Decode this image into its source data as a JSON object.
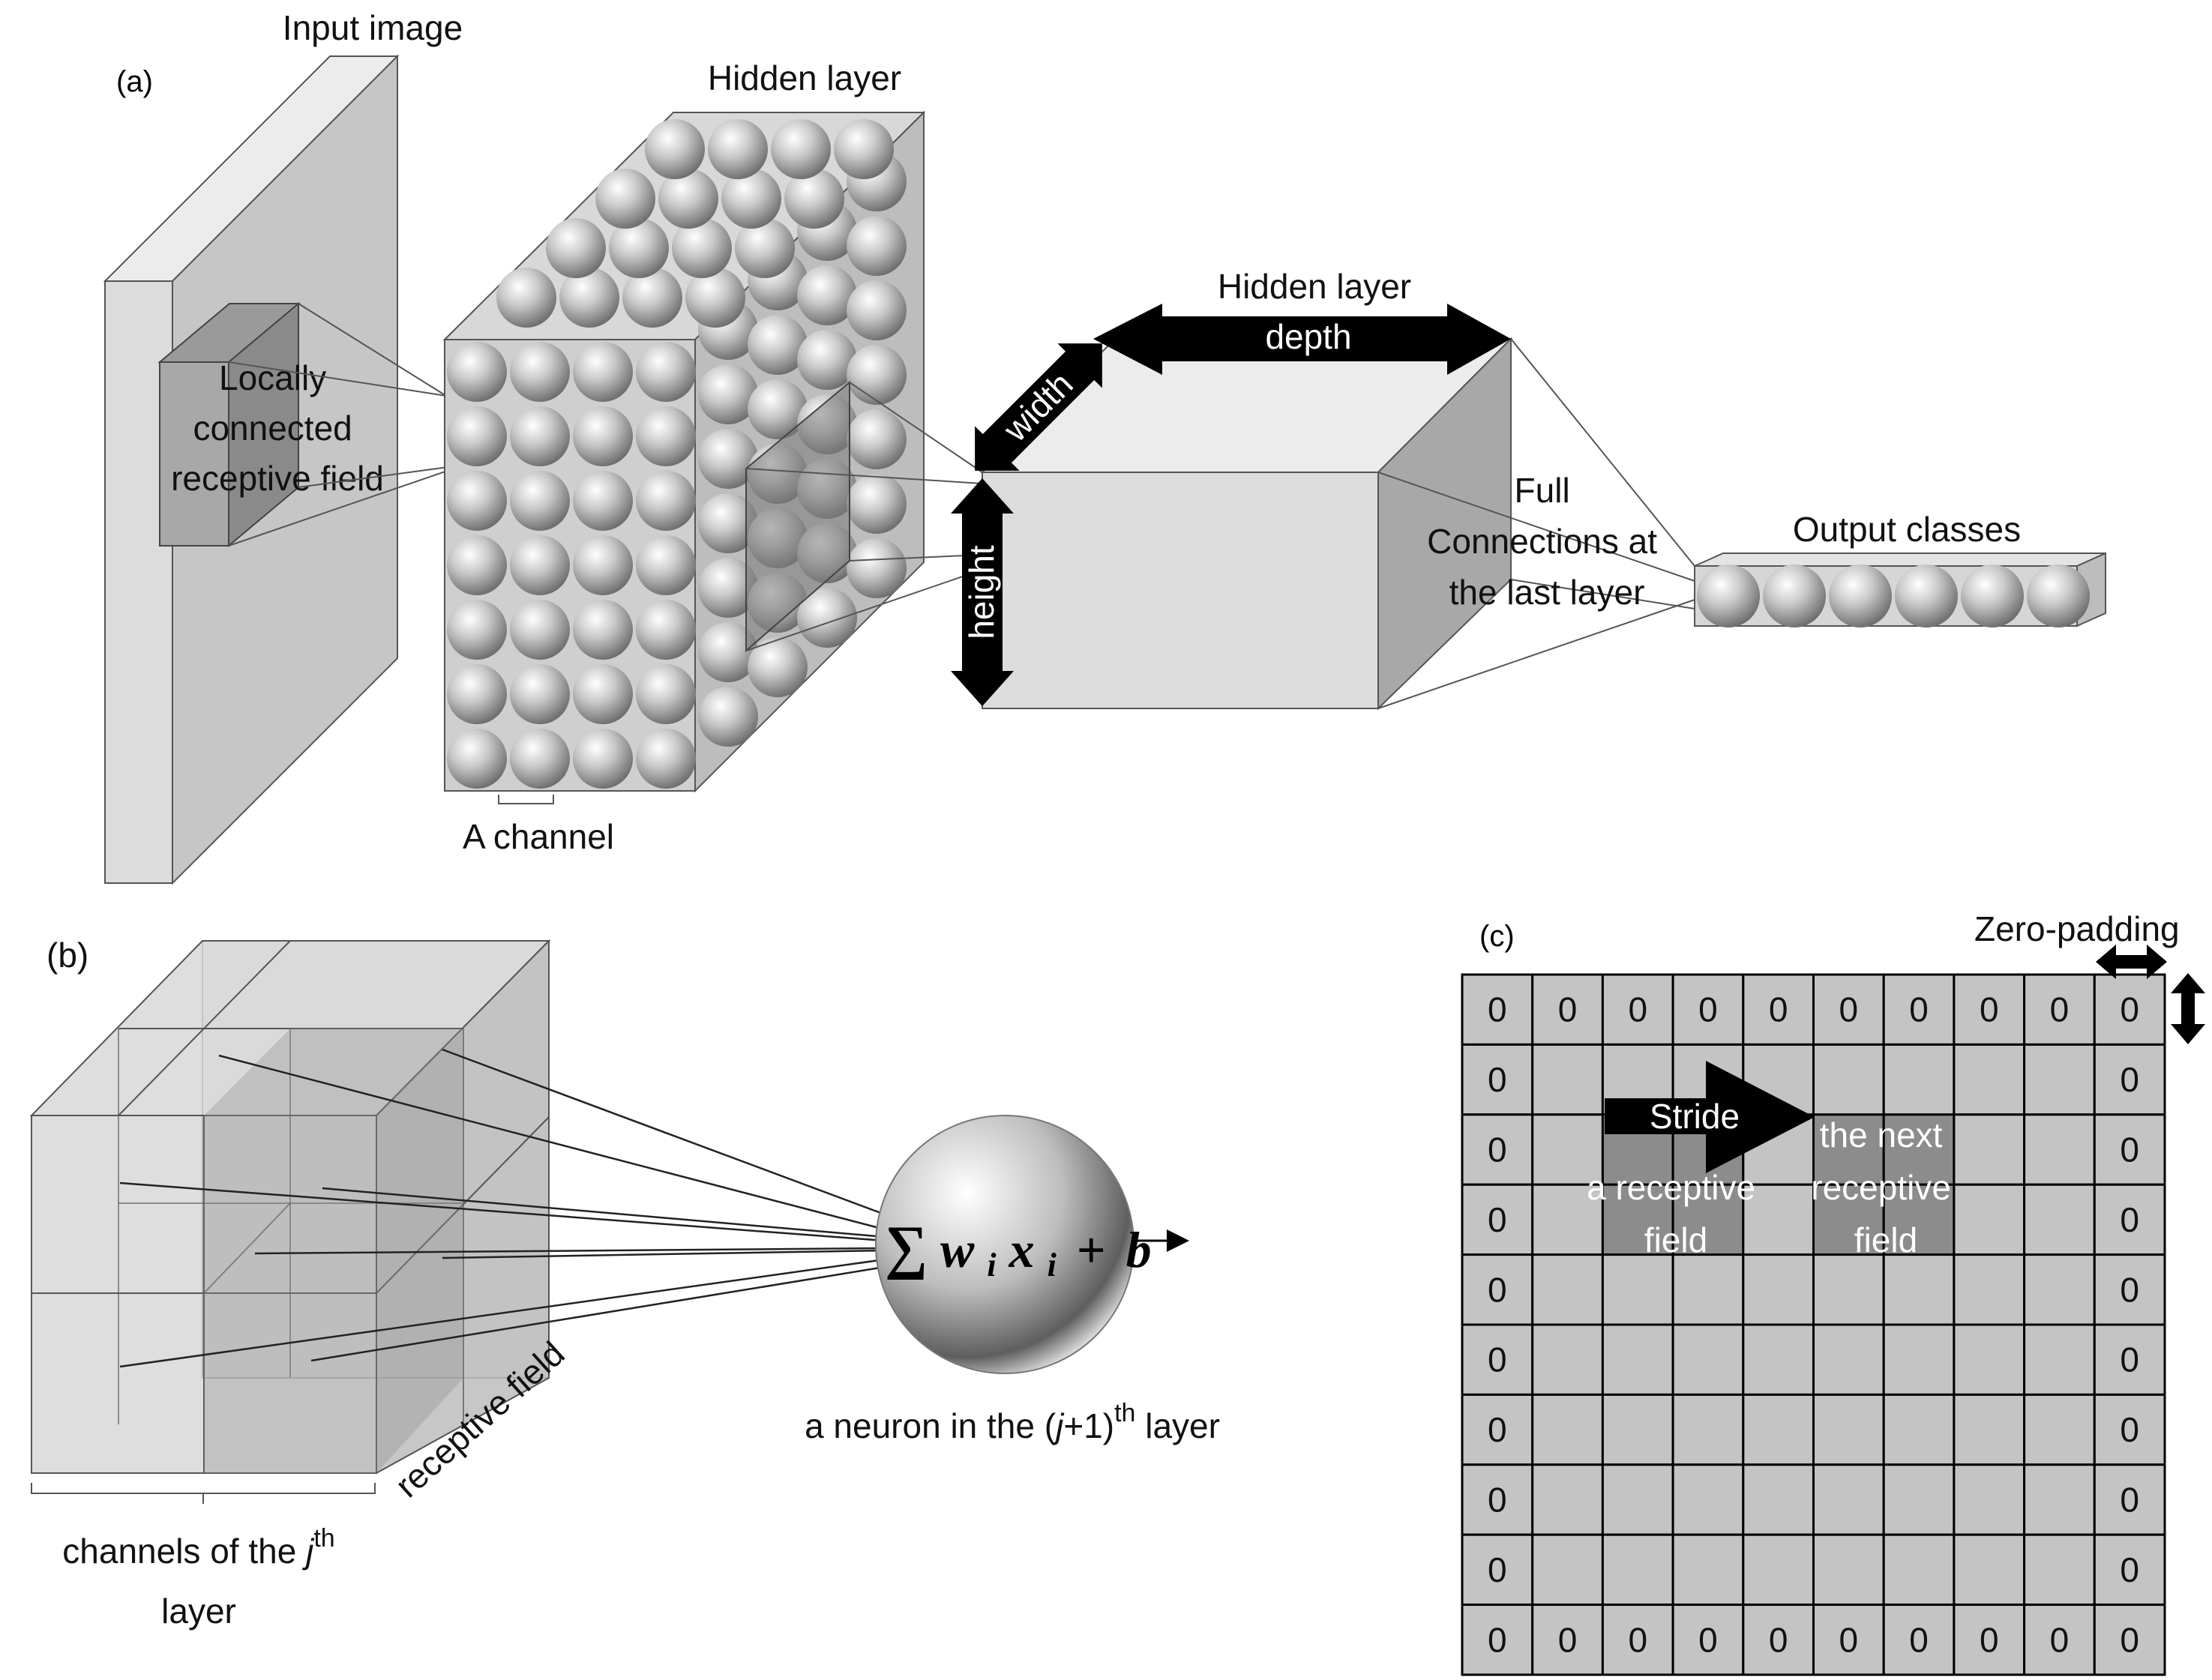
{
  "panel_a": {
    "tag": "(a)",
    "input_label": "Input image",
    "hidden_label": "Hidden layer",
    "hidden2_label": "Hidden layer",
    "depth_label": "depth",
    "width_label": "width",
    "height_label": "height",
    "receptive_lines": [
      "Locally",
      "connected",
      "receptive field"
    ],
    "channel_label": "A channel",
    "full_conn_lines": [
      "Full",
      "Connections at",
      "the last layer"
    ],
    "output_label": "Output classes"
  },
  "panel_b": {
    "tag": "(b)",
    "receptive_label": "receptive field",
    "channels_prefix": "channels of the ",
    "channels_var": "j",
    "channels_sup": "th",
    "channels_line2": "layer",
    "neuron_prefix": "a neuron in the (",
    "neuron_var": "j",
    "neuron_mid": "+1)",
    "neuron_sup": "th",
    "neuron_suffix": " layer",
    "formula_sigma": "∑",
    "formula_w": "w",
    "formula_i1": "i",
    "formula_x": "x",
    "formula_i2": "i",
    "formula_plus": "+",
    "formula_b": "b"
  },
  "panel_c": {
    "tag": "(c)",
    "zero_padding_label": "Zero-padding",
    "stride_label": "Stride",
    "rf_lines": [
      "a receptive",
      "field"
    ],
    "next_rf_lines": [
      "the next",
      "receptive",
      "field"
    ],
    "zero": "0",
    "grid_rows": 10,
    "grid_cols": 10
  },
  "colors": {
    "grid_fill": "#c4c4c4",
    "highlight_fill": "#8c8c8c",
    "slab_front": "#dcdcdc",
    "slab_side": "#b8b8b8",
    "slab_top": "#ececec"
  }
}
